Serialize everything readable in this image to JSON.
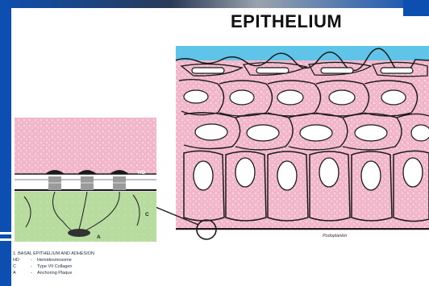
{
  "title": "EPITHELIUM",
  "labels": {
    "hd": "HD",
    "c": "C",
    "a": "A",
    "basement": "Podoplankin"
  },
  "legend": {
    "heading": "1. BASAL EPITHELIUM AND ADHESION",
    "items": [
      {
        "abbr": "HD",
        "dash": "-",
        "text": "Hemidesmosome"
      },
      {
        "abbr": "C",
        "dash": "-",
        "text": "Type VII Collagen"
      },
      {
        "abbr": "A",
        "dash": "-",
        "text": "Anchoring Plaque"
      }
    ]
  },
  "colors": {
    "cell_pink": "#f2b6cb",
    "surface_blue": "#5fc4e8",
    "dermis_green": "#b8dca0",
    "frame_blue": "#0d4fb0",
    "outline": "#1a1a1a"
  }
}
